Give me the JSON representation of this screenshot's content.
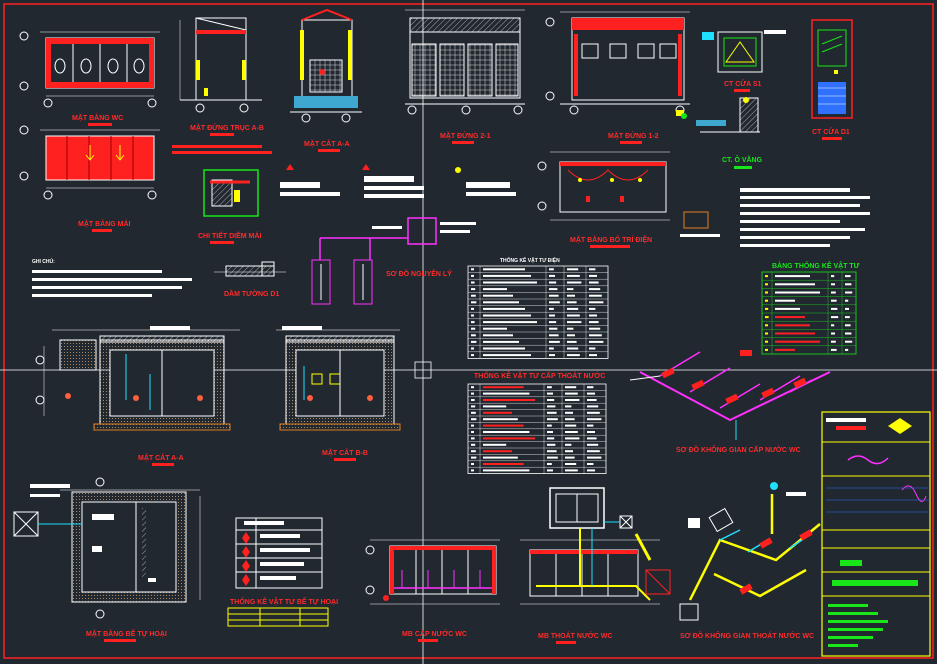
{
  "drawing": {
    "colors": {
      "background": "#212830",
      "red": "#ff2020",
      "white": "#ffffff",
      "yellow": "#ffff00",
      "green": "#19e619",
      "magenta": "#ff30ff",
      "cyan": "#20e0ff",
      "blue": "#3070ff"
    },
    "labels": {
      "wc_plan": "MẶT BẰNG WC",
      "roof_plan": "MẶT BẰNG MÁI",
      "elevation_a_b": "MẶT ĐỨNG TRỤC A-B",
      "section_a_a_small": "MẶT CẮT A-A",
      "elevation_2_1": "MẶT ĐỨNG 2-1",
      "elevation_1_2": "MẶT ĐỨNG 1-2",
      "window_detail": "CT CỬA S1",
      "door_detail": "CT CỬA D1",
      "gutter_detail": "CT. Ô VĂNG",
      "roof_detail": "CHI TIẾT DIỀM MÁI",
      "electrical_plan": "MẶT BẰNG BỐ TRÍ ĐIỆN",
      "principle_diagram": "SƠ ĐỒ NGUYÊN LÝ",
      "wall_detail": "DẦM TƯỜNG D1",
      "notes_title": "GHI CHÚ:",
      "section_a_a": "MẶT CẮT A-A",
      "section_b_b": "MẶT CẮT B-B",
      "electrical_materials": "THỐNG KÊ VẬT TƯ ĐIỆN",
      "plumbing_materials": "THỐNG KÊ VẬT TƯ CẤP THOÁT NƯỚC",
      "materials_table": "BẢNG THỐNG KÊ VẬT TƯ",
      "water_supply_iso": "SƠ ĐỒ KHÔNG GIAN CẤP NƯỚC WC",
      "septic_plan": "MẶT BẰNG BỂ TỰ HOẠI",
      "septic_materials": "THỐNG KÊ VẬT TƯ BỂ TỰ HOẠI",
      "water_supply_plan": "MB CẤP NƯỚC WC",
      "drainage_plan": "MB THOÁT NƯỚC WC",
      "drainage_iso": "SƠ ĐỒ KHÔNG GIAN THOÁT NƯỚC WC"
    }
  }
}
